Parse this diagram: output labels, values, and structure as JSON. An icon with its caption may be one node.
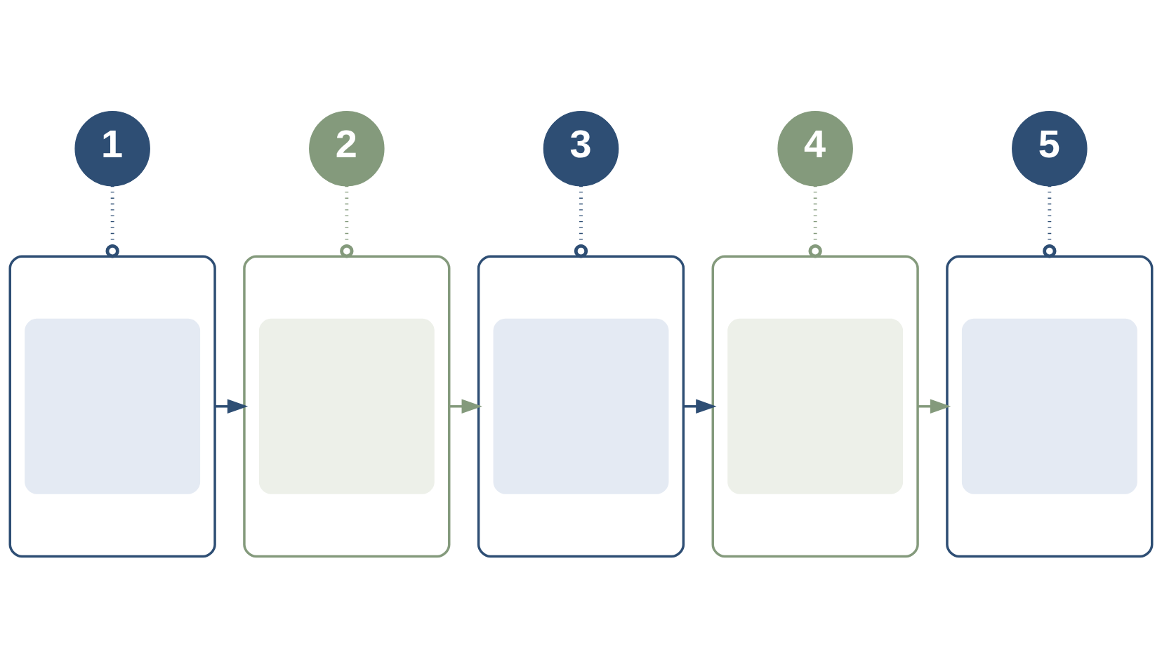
{
  "diagram": {
    "nodes": [
      {
        "text": [
          "1"
        ]
      },
      {
        "text": [
          "2"
        ]
      },
      {
        "text": [
          "3"
        ]
      },
      {
        "text": [
          "4"
        ]
      },
      {
        "text": [
          "5"
        ]
      },
      {
        "text": [],
        "shape": "picture"
      },
      {
        "text": [],
        "shape": "picture"
      },
      {
        "text": [],
        "shape": "picture"
      },
      {
        "text": [],
        "shape": "picture"
      },
      {
        "text": [],
        "shape": "picture"
      }
    ],
    "edges": [
      {
        "from": 0,
        "to": 5,
        "arrow": "other",
        "style": "dashed"
      },
      {
        "from": 1,
        "to": 6,
        "arrow": "other",
        "style": "dashed",
        "color": "#849a7c"
      },
      {
        "from": 2,
        "to": 7,
        "arrow": "other",
        "style": "dashed"
      },
      {
        "from": 3,
        "to": 8,
        "arrow": "other",
        "style": "dashed",
        "color": "#849a7c"
      },
      {
        "from": 4,
        "to": 9,
        "arrow": "other",
        "style": "dashed"
      },
      {
        "from": 5,
        "to": 6,
        "arrow": "to"
      },
      {
        "from": 6,
        "to": 7,
        "arrow": "to",
        "color": "#849a7c"
      },
      {
        "from": 7,
        "to": 8,
        "arrow": "to"
      },
      {
        "from": 8,
        "to": 9,
        "arrow": "to",
        "color": "#849a7c"
      }
    ]
  }
}
